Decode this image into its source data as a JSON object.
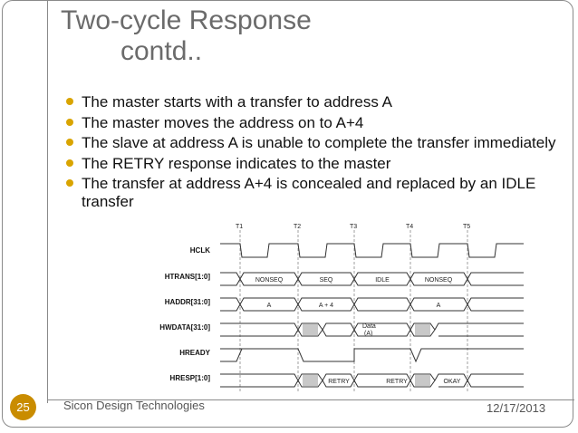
{
  "slide": {
    "title_line1": "Two-cycle Response",
    "title_line2": "contd..",
    "bullets": [
      "The master starts with a transfer to address A",
      "The master moves the address on to A+4",
      " The slave at address A is unable to complete the transfer immediately",
      " The RETRY response indicates to the master",
      " The transfer at address A+4 is concealed and replaced by an IDLE transfer"
    ],
    "footer": {
      "slide_number": "25",
      "company": "Sicon Design Technologies",
      "date": "12/17/2013"
    },
    "colors": {
      "accent": "#c98c00",
      "bullet": "#d9a400",
      "title": "#6b6b6b"
    }
  },
  "timing": {
    "clock_labels": [
      "T1",
      "T2",
      "T3",
      "T4",
      "T5"
    ],
    "signals": [
      "HCLK",
      "HTRANS[1:0]",
      "HADDR[31:0]",
      "HWDATA[31:0]",
      "HREADY",
      "HRESP[1:0]"
    ],
    "htrans": [
      "NONSEQ",
      "SEQ",
      "IDLE",
      "NONSEQ"
    ],
    "haddr": [
      "A",
      "A + 4",
      "A"
    ],
    "hwdata_line1": "Data",
    "hwdata_line2": "(A)",
    "hresp": [
      "RETRY",
      "RETRY",
      "OKAY"
    ]
  }
}
